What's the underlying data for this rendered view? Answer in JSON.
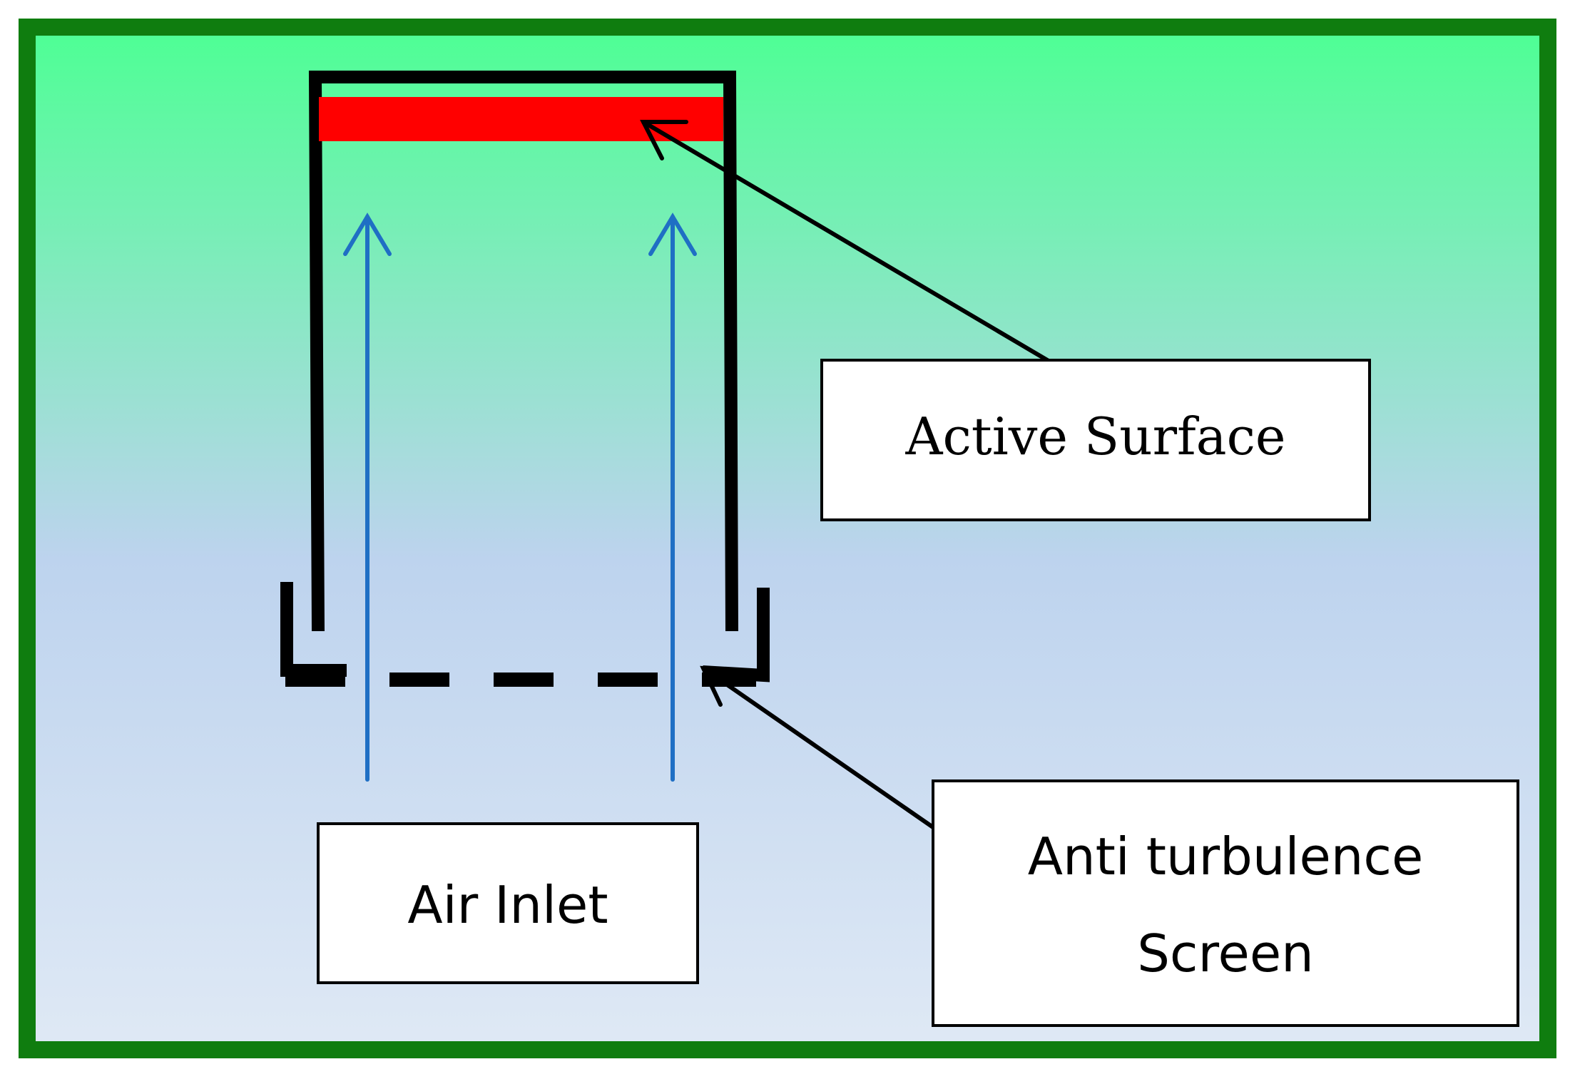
{
  "labels": {
    "active_surface": "Active Surface",
    "air_inlet": "Air Inlet",
    "anti_turbulence_line1": "Anti turbulence",
    "anti_turbulence_line2": "Screen"
  },
  "colors": {
    "frame_border": "#0f7d0f",
    "gradient_top": "#4dff94",
    "gradient_middle": "#bdd3ee",
    "gradient_bottom": "#dfe9f5",
    "active_surface": "#ff0000",
    "airflow_arrow": "#1f6fc4",
    "housing": "#000000",
    "label_box_fill": "#ffffff"
  }
}
